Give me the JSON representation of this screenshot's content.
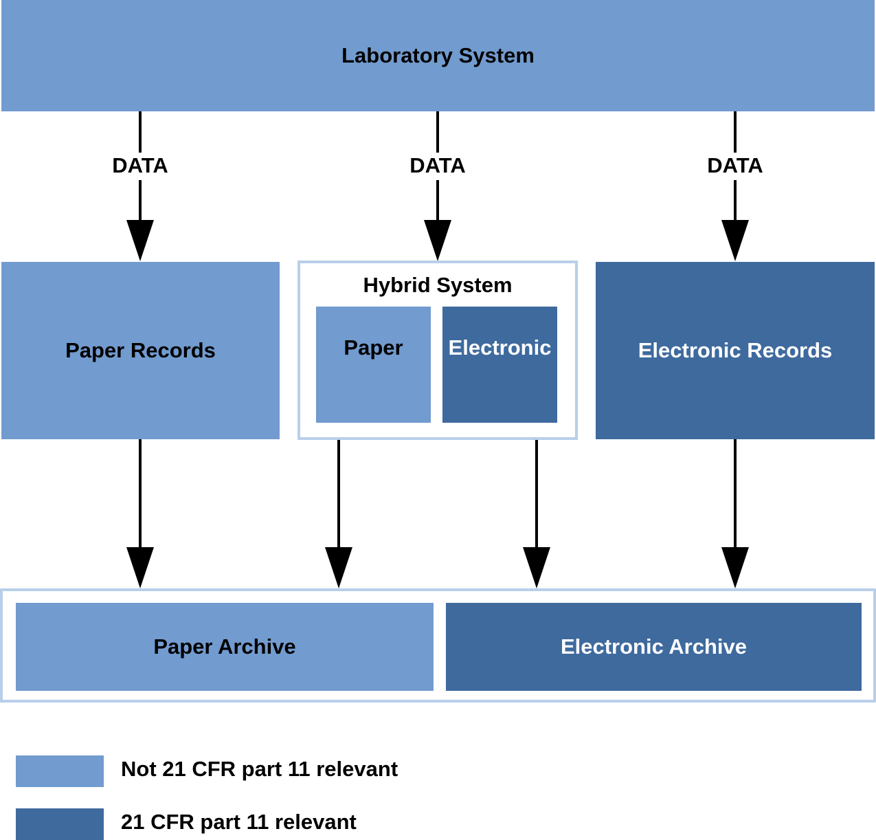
{
  "nodes": {
    "laboratory_system": "Laboratory System",
    "paper_records": "Paper Records",
    "hybrid_system": {
      "title": "Hybrid System",
      "paper": "Paper",
      "electronic": "Electronic"
    },
    "electronic_records": "Electronic Records",
    "paper_archive": "Paper Archive",
    "electronic_archive": "Electronic Archive"
  },
  "edges": {
    "data_label": "DATA",
    "flows": [
      {
        "from": "Laboratory System",
        "to": "Paper Records",
        "label": "DATA"
      },
      {
        "from": "Laboratory System",
        "to": "Hybrid System",
        "label": "DATA"
      },
      {
        "from": "Laboratory System",
        "to": "Electronic Records",
        "label": "DATA"
      },
      {
        "from": "Paper Records",
        "to": "Paper Archive"
      },
      {
        "from": "Hybrid System / Paper",
        "to": "Paper Archive"
      },
      {
        "from": "Hybrid System / Electronic",
        "to": "Electronic Archive"
      },
      {
        "from": "Electronic Records",
        "to": "Electronic Archive"
      }
    ]
  },
  "legend": [
    {
      "label": "Not 21 CFR part 11 relevant",
      "color": "#729bcf"
    },
    {
      "label": "21 CFR part 11 relevant",
      "color": "#3e6a9e"
    }
  ],
  "colors": {
    "not_relevant": "#729bcf",
    "relevant": "#3e6a9e",
    "frame": "#b8cfe9"
  }
}
